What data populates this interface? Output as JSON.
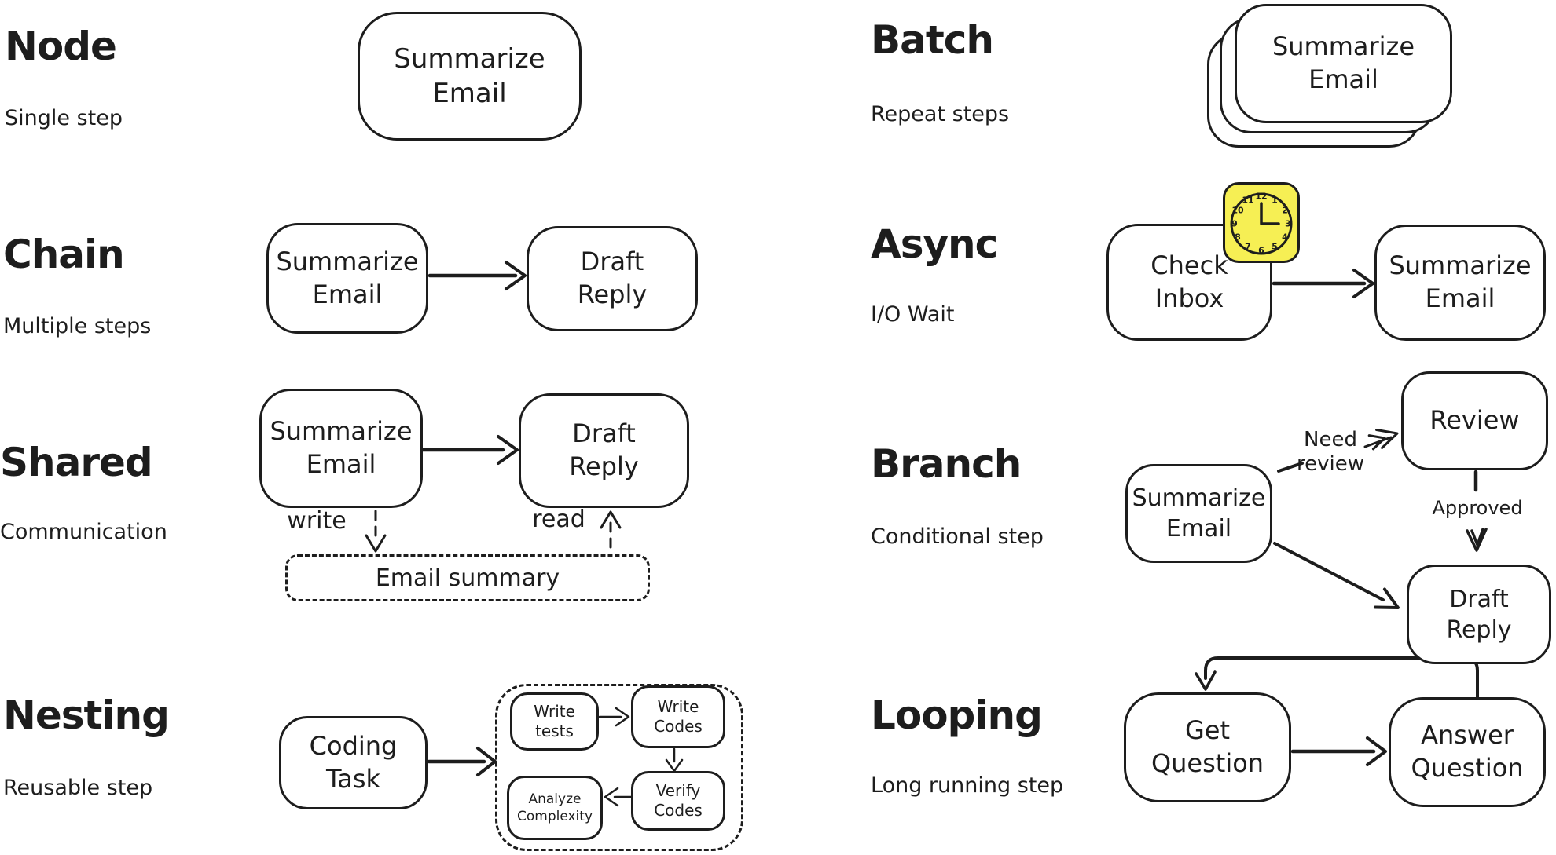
{
  "palette": {
    "ink": "#1d1d1d",
    "paper": "#ffffff",
    "clock_yellow": "#f6ef54"
  },
  "sections": {
    "node": {
      "title": "Node",
      "subtitle": "Single step",
      "boxes": {
        "main": "Summarize\nEmail"
      }
    },
    "batch": {
      "title": "Batch",
      "subtitle": "Repeat steps",
      "boxes": {
        "main": "Summarize\nEmail"
      }
    },
    "chain": {
      "title": "Chain",
      "subtitle": "Multiple steps",
      "boxes": {
        "a": "Summarize\nEmail",
        "b": "Draft\nReply"
      }
    },
    "async": {
      "title": "Async",
      "subtitle": "I/O Wait",
      "boxes": {
        "a": "Check\nInbox",
        "b": "Summarize\nEmail"
      },
      "clock_numerals": [
        "12",
        "1",
        "2",
        "3",
        "4",
        "5",
        "6",
        "7",
        "8",
        "9",
        "10",
        "11"
      ]
    },
    "shared": {
      "title": "Shared",
      "subtitle": "Communication",
      "boxes": {
        "a": "Summarize\nEmail",
        "b": "Draft\nReply",
        "store": "Email summary"
      },
      "labels": {
        "write": "write",
        "read": "read"
      }
    },
    "branch": {
      "title": "Branch",
      "subtitle": "Conditional step",
      "boxes": {
        "a": "Summarize\nEmail",
        "review": "Review",
        "draft": "Draft\nReply"
      },
      "labels": {
        "need_review": "Need\nreview",
        "approved": "Approved"
      }
    },
    "nesting": {
      "title": "Nesting",
      "subtitle": "Reusable step",
      "boxes": {
        "main": "Coding\nTask",
        "t1": "Write\ntests",
        "t2": "Write\nCodes",
        "t3": "Analyze\nComplexity",
        "t4": "Verify\nCodes"
      }
    },
    "looping": {
      "title": "Looping",
      "subtitle": "Long running step",
      "boxes": {
        "a": "Get\nQuestion",
        "b": "Answer\nQuestion"
      }
    }
  }
}
